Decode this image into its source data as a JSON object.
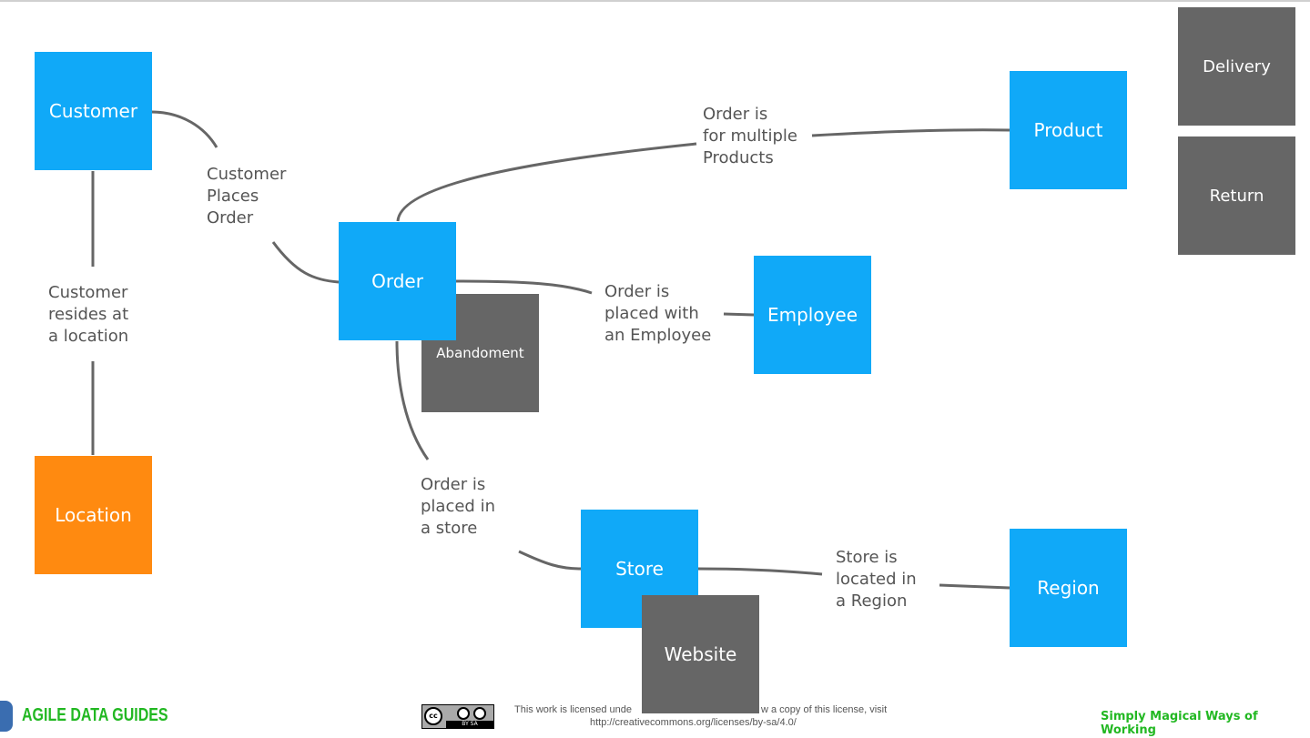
{
  "entities": {
    "customer": "Customer",
    "location": "Location",
    "order": "Order",
    "product": "Product",
    "employee": "Employee",
    "store": "Store",
    "region": "Region",
    "delivery": "Delivery",
    "return": "Return",
    "abandonment": "Abandoment",
    "website": "Website"
  },
  "relationships": {
    "customer_order": "Customer\nPlaces\nOrder",
    "customer_location": "Customer\nresides at\na location",
    "order_product": "Order is\nfor multiple\nProducts",
    "order_employee": "Order is\nplaced with\nan Employee",
    "order_store": "Order is\nplaced in\na store",
    "store_region": "Store is\nlocated in\na Region"
  },
  "footer": {
    "brand": "AGILE DATA GUIDES",
    "cc_badge": "BY SA",
    "license_line1_a": "This work is licensed unde",
    "license_line1_b": "w a copy of this license, visit",
    "license_line2": "http://creativecommons.org/licenses/by-sa/4.0/",
    "tagline": "Simply Magical Ways of Working"
  },
  "colors": {
    "core": "#10a9f8",
    "location": "#ff8a10",
    "other": "#666666",
    "brand": "#22b822"
  }
}
